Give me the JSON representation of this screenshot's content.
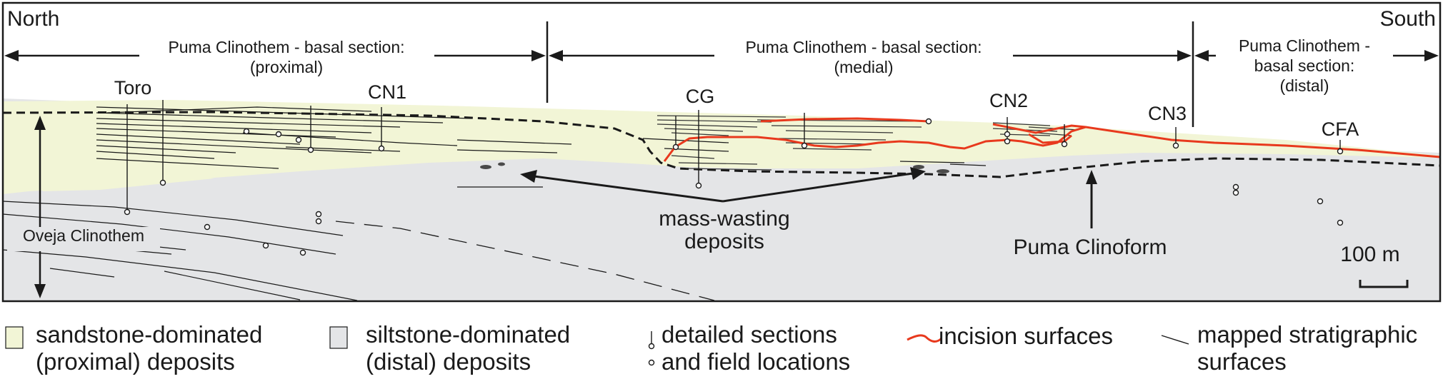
{
  "orientation": {
    "left": "North",
    "right": "South"
  },
  "sections": [
    {
      "id": "proximal",
      "line1": "Puma Clinothem - basal section:",
      "line2": "(proximal)"
    },
    {
      "id": "medial",
      "line1": "Puma Clinothem - basal section:",
      "line2": "(medial)"
    },
    {
      "id": "distal",
      "line1": "Puma Clinothem -",
      "line2": "basal section:",
      "line3": "(distal)"
    }
  ],
  "locations": [
    "Toro",
    "CN1",
    "CG",
    "CN2",
    "CN3",
    "CFA"
  ],
  "labels": {
    "oveja": "Oveja Clinothem",
    "mass_wasting_1": "mass-wasting",
    "mass_wasting_2": "deposits",
    "puma_clinoform": "Puma Clinoform",
    "scale": "100 m"
  },
  "legend": [
    {
      "id": "sandstone",
      "line1": "sandstone-dominated",
      "line2": "(proximal) deposits",
      "color": "#f2f5d6"
    },
    {
      "id": "siltstone",
      "line1": "siltstone-dominated",
      "line2": "(distal) deposits",
      "color": "#e4e5e7"
    },
    {
      "id": "sections",
      "line1": "detailed sections",
      "line2": "and field locations"
    },
    {
      "id": "incision",
      "line1": "incision surfaces",
      "color": "#e8391d"
    },
    {
      "id": "surfaces",
      "line1": "mapped stratigraphic",
      "line2": "surfaces"
    }
  ],
  "colors": {
    "sand": "#f2f5d6",
    "silt": "#e4e5e7",
    "incision": "#e8391d",
    "ink": "#1a1a1a"
  }
}
